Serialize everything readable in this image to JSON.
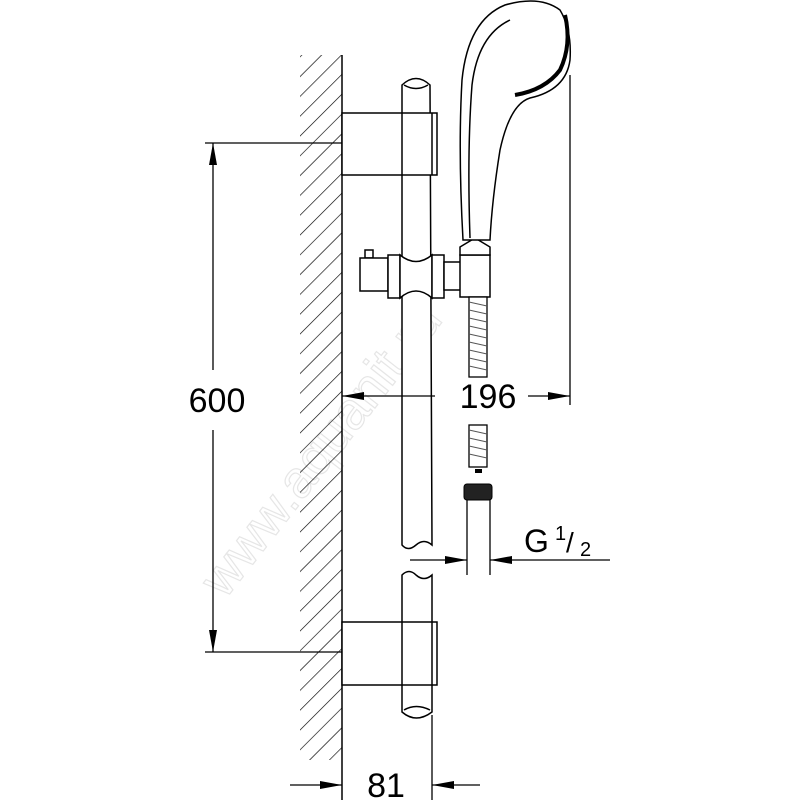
{
  "title": "Shower rail set dimensional drawing",
  "dimensions": {
    "height": "600",
    "projection": "196",
    "rail_offset": "81",
    "thread_main": "G",
    "thread_num": "1",
    "thread_den": "2"
  },
  "watermark": "www.aquanit.ru"
}
